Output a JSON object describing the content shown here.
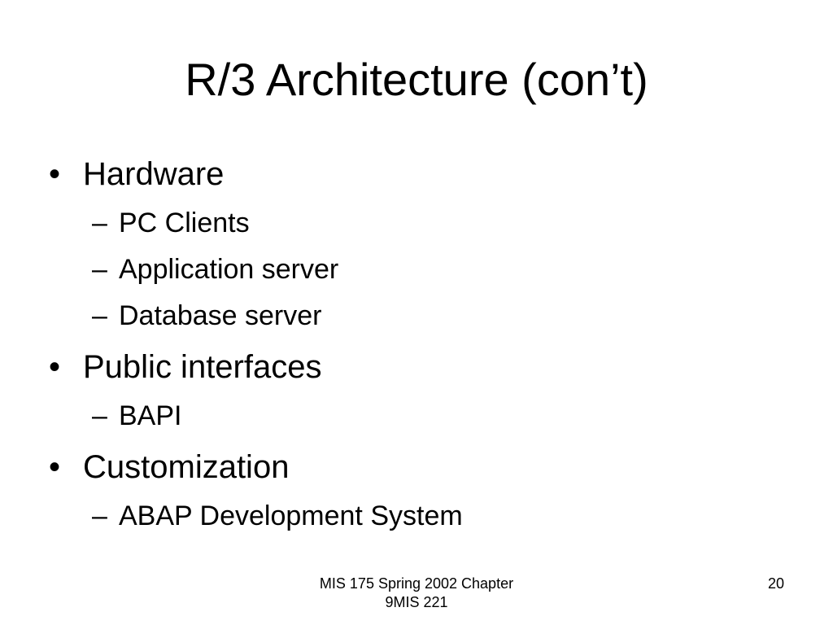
{
  "slide": {
    "title": "R/3 Architecture (con’t)",
    "bullet_char": "•",
    "dash_char": "–",
    "items": [
      {
        "text": "Hardware",
        "subitems": [
          "PC Clients",
          "Application server",
          "Database server"
        ]
      },
      {
        "text": "Public interfaces",
        "subitems": [
          "BAPI"
        ]
      },
      {
        "text": "Customization",
        "subitems": [
          "ABAP Development System"
        ]
      }
    ]
  },
  "footer": {
    "line1": "MIS 175 Spring 2002 Chapter",
    "line2": "9MIS 221",
    "page_number": "20"
  }
}
